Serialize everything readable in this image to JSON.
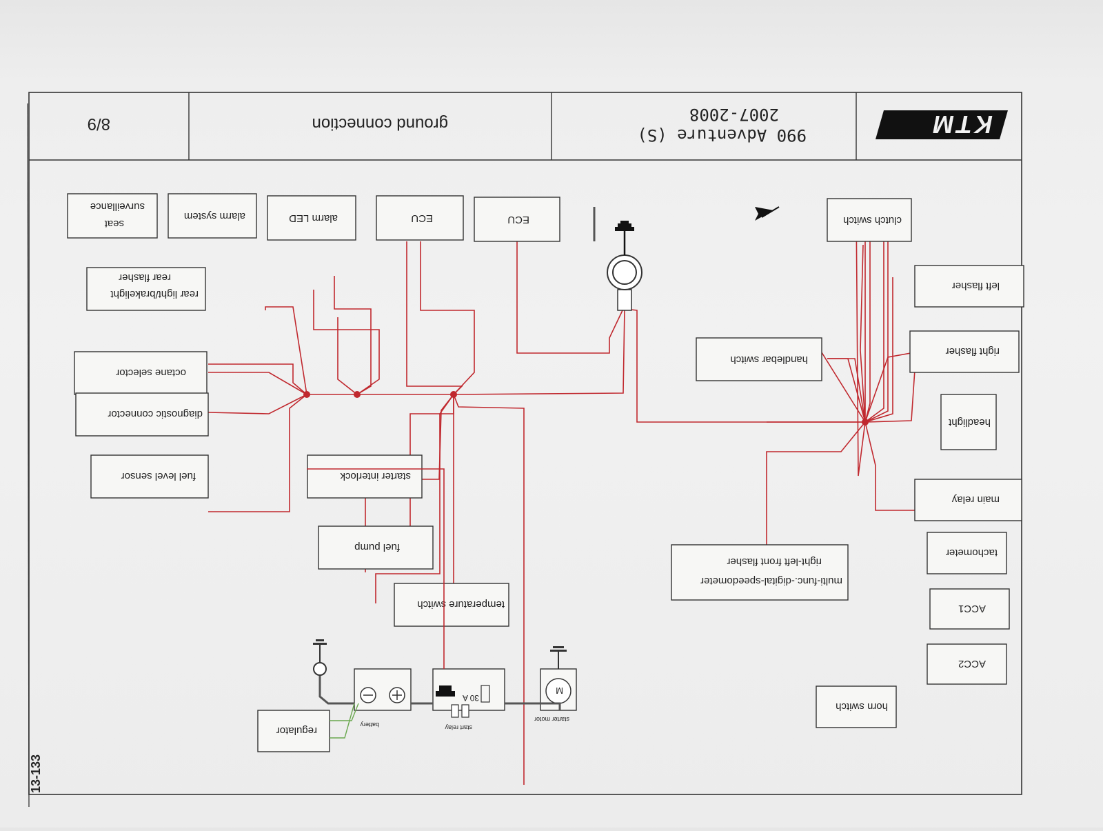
{
  "page": {
    "side_label": "13-133",
    "brand": "KTM",
    "model_line1": "990 Adventure (S)",
    "model_line2": "2007-2008",
    "section": "ground connection",
    "page_number": "8/9",
    "orientation": "rotated-180"
  },
  "colors": {
    "wire": "#c0282e",
    "ground_wire": "#6aa84f",
    "frame": "#333333"
  },
  "components": {
    "clutch_switch": "clutch switch",
    "left_flasher": "left flasher",
    "right_flasher": "right flasher",
    "headlight": "headlight",
    "main_relay": "main relay",
    "tachometer": "tachometer",
    "acc1": "ACC1",
    "acc2": "ACC2",
    "horn_switch": "horn switch",
    "handlebar_switch": "handlebar switch",
    "speedo_line1": "multi-func.-digital-speedometer",
    "speedo_line2": "right-left front flasher",
    "ecu_a": "ECU",
    "ecu_b": "ECU",
    "alarm_led": "alarm LED",
    "alarm_system": "alarm system",
    "seat_line1": "seat",
    "seat_line2": "surveillance",
    "rear_line1": "rear light/brakelight",
    "rear_line2": "rear flasher",
    "octane_selector": "octane selector",
    "diagnostic_connector": "diagnostic connector",
    "fuel_level_sensor": "fuel level sensor",
    "starter_interlock": "starter interlock",
    "fuel_pump": "fuel pump",
    "temperature_switch": "temperature switch",
    "regulator": "regulator",
    "battery": "battery",
    "start_relay": "start relay",
    "starter_motor": "starter motor",
    "fuse_value": "30 A",
    "motor_symbol": "M"
  }
}
